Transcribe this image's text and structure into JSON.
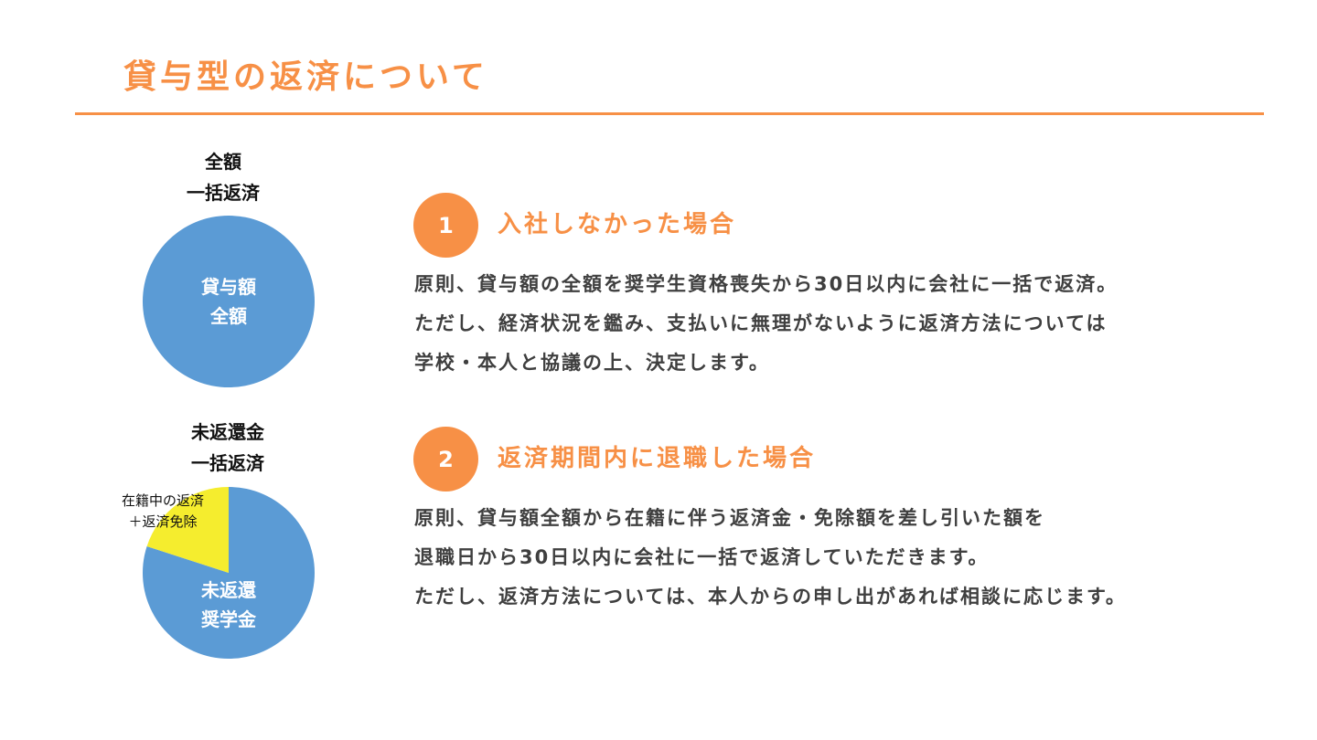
{
  "page": {
    "title": "貸与型の返済について",
    "accent_color": "#f79046",
    "pie_color": "#5b9bd5",
    "slice_color": "#f5ed2e"
  },
  "charts": {
    "full": {
      "label_line1": "全額",
      "label_line2": "一括返済",
      "inner_line1": "貸与額",
      "inner_line2": "全額"
    },
    "remaining": {
      "label_line1": "未返還金",
      "label_line2": "一括返済",
      "note_line1": "在籍中の返済",
      "note_line2": "＋返済免除",
      "inner_line1": "未返還",
      "inner_line2": "奨学金"
    }
  },
  "chart_data": [
    {
      "type": "pie",
      "title": "全額 一括返済",
      "slices": [
        {
          "label": "貸与額全額",
          "value": 100,
          "color": "#5b9bd5"
        }
      ]
    },
    {
      "type": "pie",
      "title": "未返還金 一括返済",
      "slices": [
        {
          "label": "未返還奨学金",
          "value": 80,
          "color": "#5b9bd5"
        },
        {
          "label": "在籍中の返済＋返済免除",
          "value": 20,
          "color": "#f5ed2e"
        }
      ]
    }
  ],
  "sections": [
    {
      "number": "1",
      "heading": "入社しなかった場合",
      "lines": [
        "原則、貸与額の全額を奨学生資格喪失から30日以内に会社に一括で返済。",
        "ただし、経済状況を鑑み、支払いに無理がないように返済方法については",
        "学校・本人と協議の上、決定します。"
      ]
    },
    {
      "number": "2",
      "heading": "返済期間内に退職した場合",
      "lines": [
        "原則、貸与額全額から在籍に伴う返済金・免除額を差し引いた額を",
        "退職日から30日以内に会社に一括で返済していただきます。",
        "ただし、返済方法については、本人からの申し出があれば相談に応じます。"
      ]
    }
  ]
}
